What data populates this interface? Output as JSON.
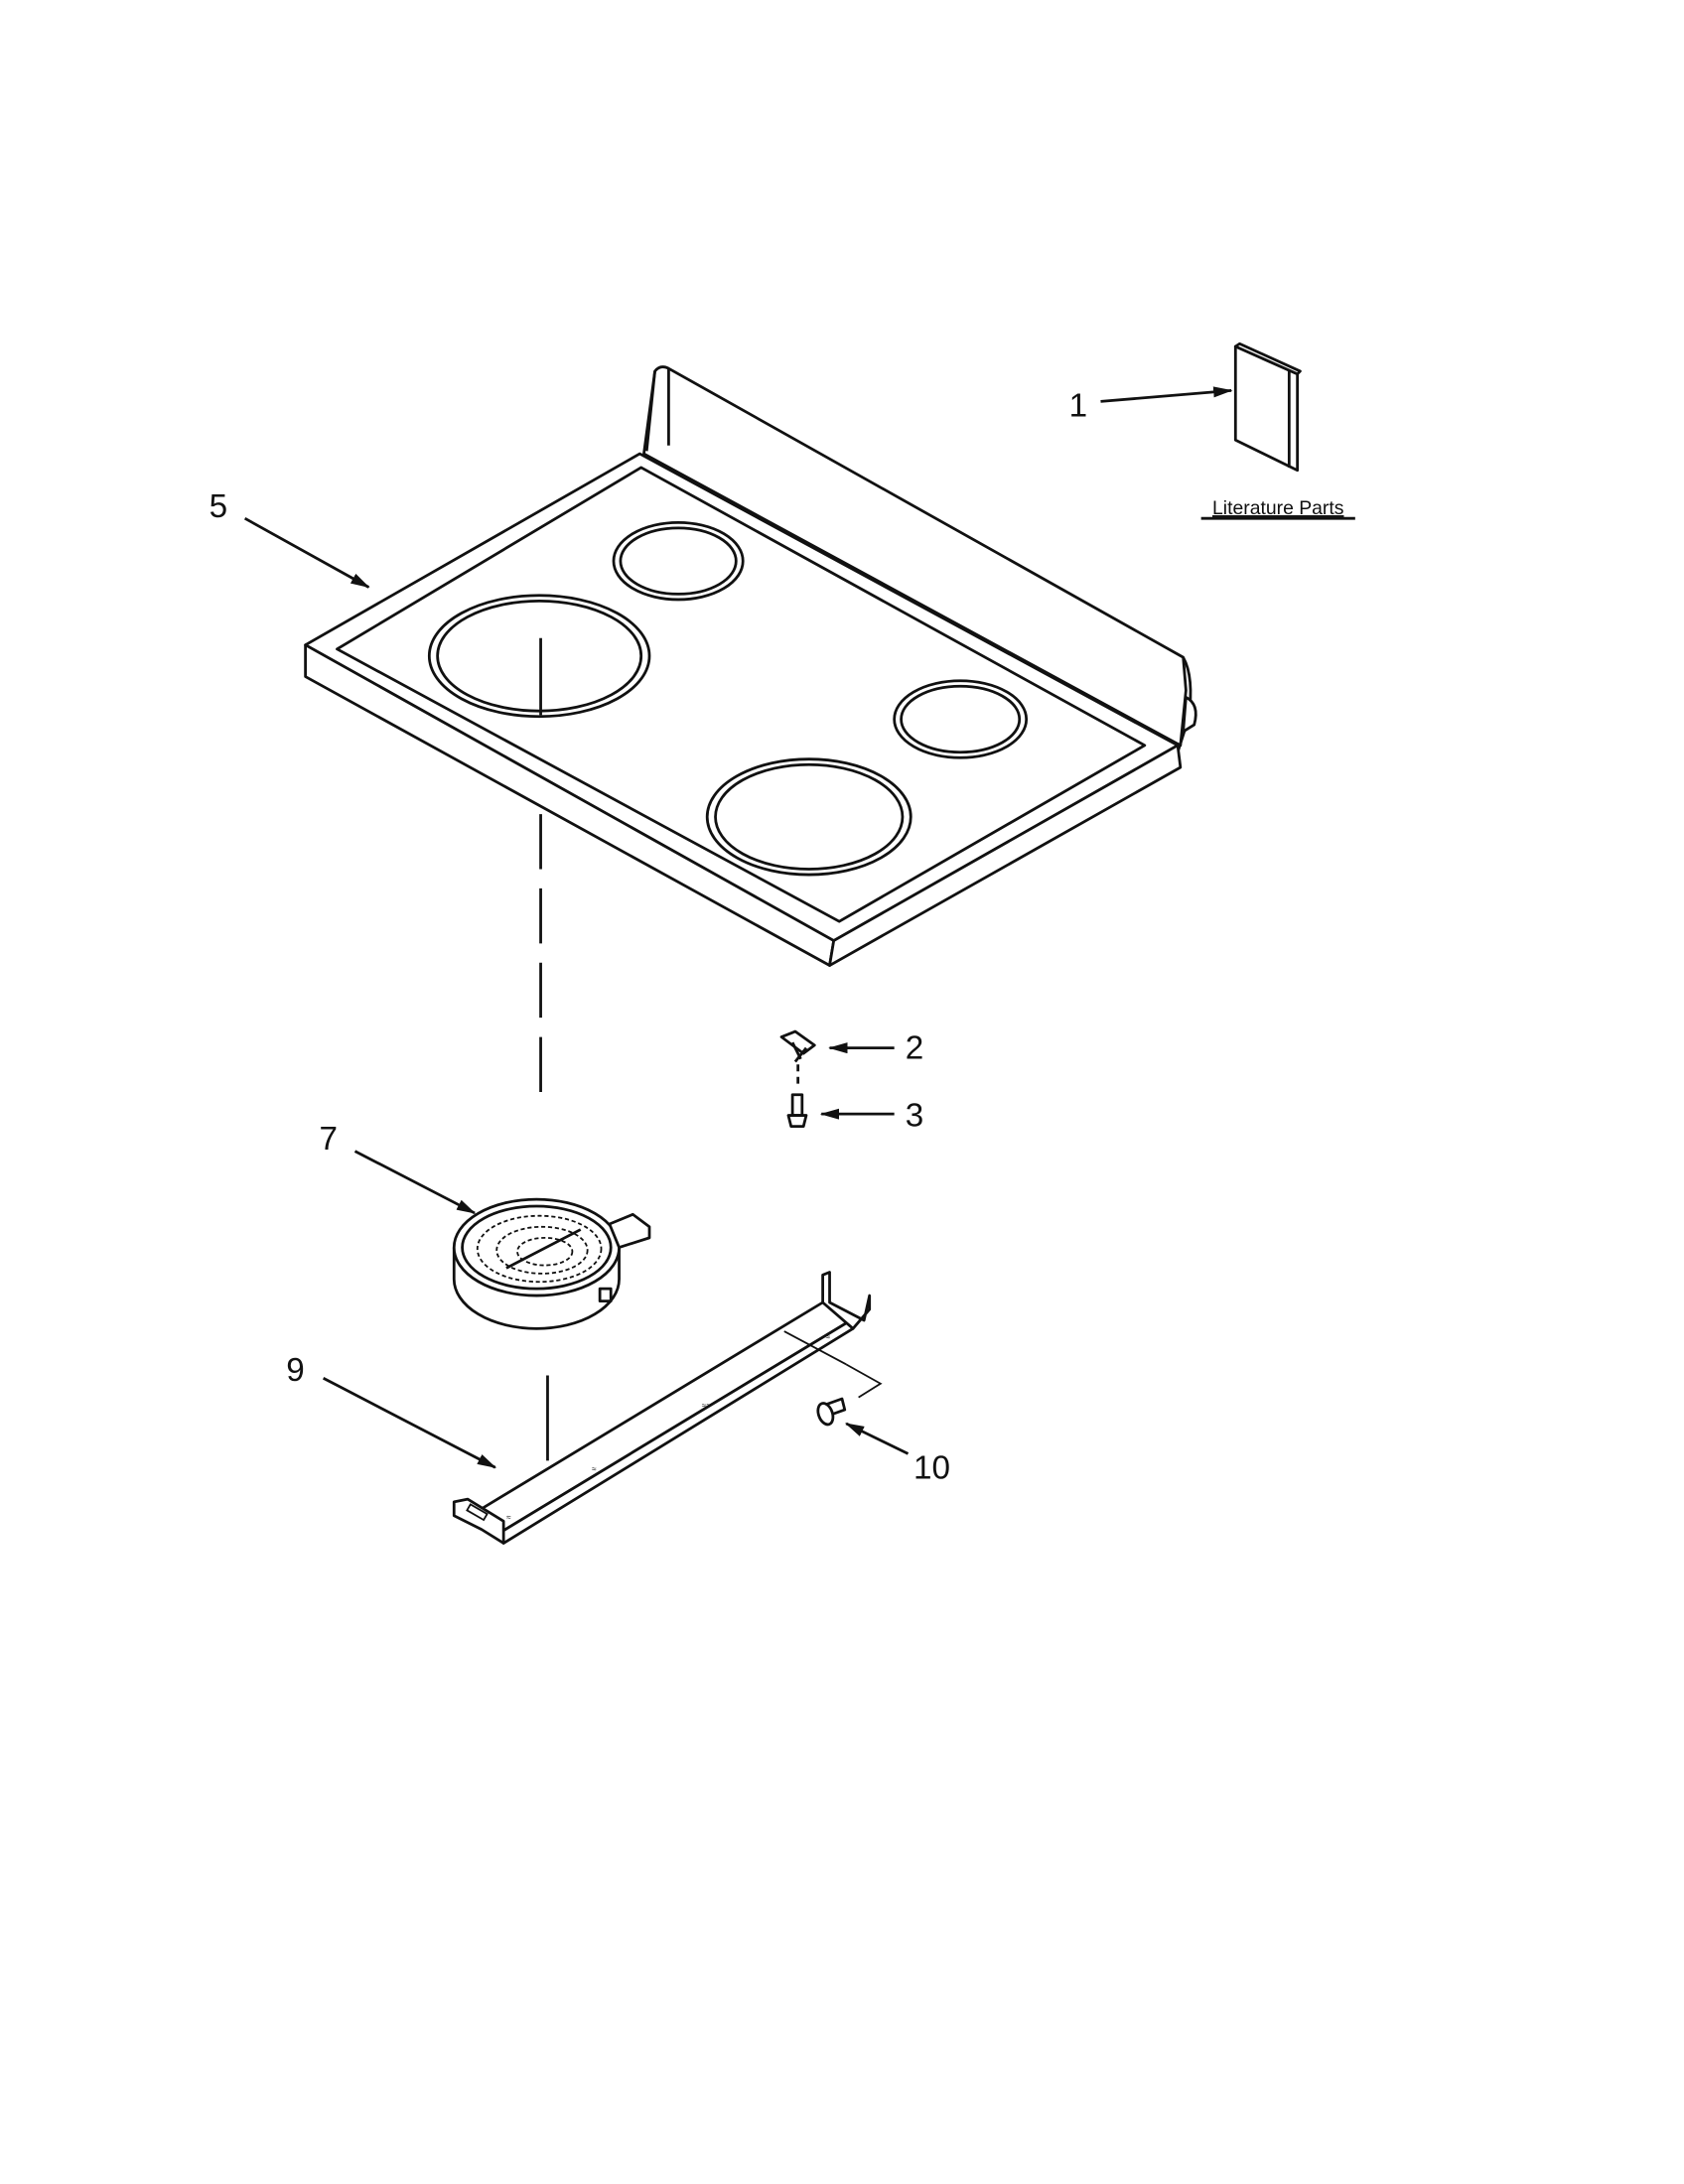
{
  "diagram": {
    "callouts": [
      {
        "number": "1",
        "part": "literature"
      },
      {
        "number": "2",
        "part": "clip"
      },
      {
        "number": "3",
        "part": "screw"
      },
      {
        "number": "5",
        "part": "cooktop"
      },
      {
        "number": "7",
        "part": "radiant-element"
      },
      {
        "number": "9",
        "part": "bracket"
      },
      {
        "number": "10",
        "part": "screw"
      }
    ],
    "literature_label": "Literature Parts",
    "line_color": "#111111",
    "background": "#ffffff"
  }
}
